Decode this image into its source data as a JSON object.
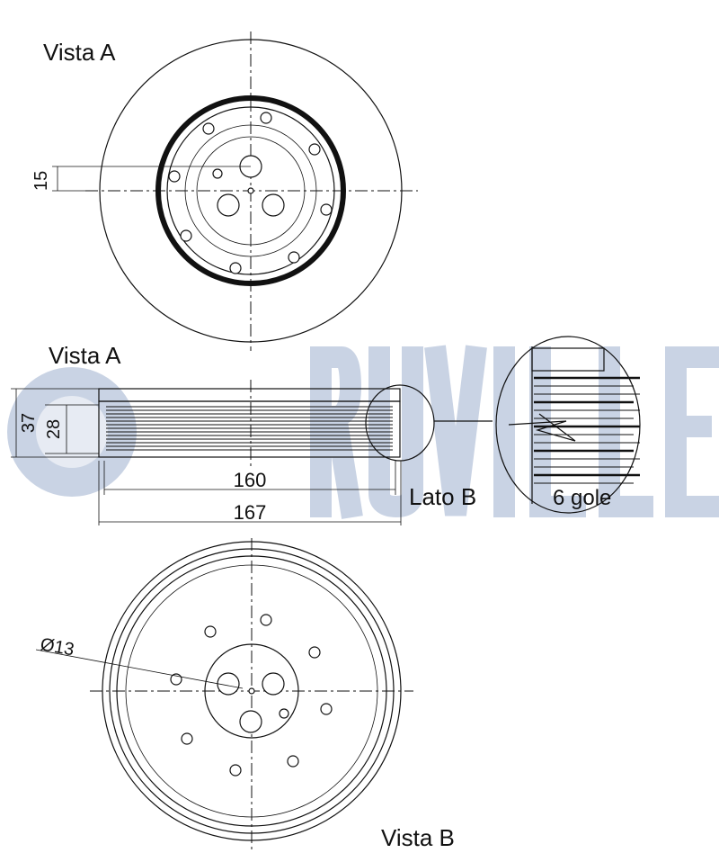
{
  "watermark": {
    "brand": "RUVILLE",
    "color": "#c9d3e4"
  },
  "top_view": {
    "title": "Vista A",
    "dim_offset": "15"
  },
  "side_view": {
    "title": "Vista A",
    "dim_height_total": "37",
    "dim_height_groove": "28",
    "dim_width_inner": "160",
    "dim_width_total": "167",
    "side_label": "Lato B"
  },
  "detail": {
    "grooves_label": "6 gole"
  },
  "bottom_view": {
    "title": "Vista B",
    "dim_hole_diameter": "Ø13"
  }
}
